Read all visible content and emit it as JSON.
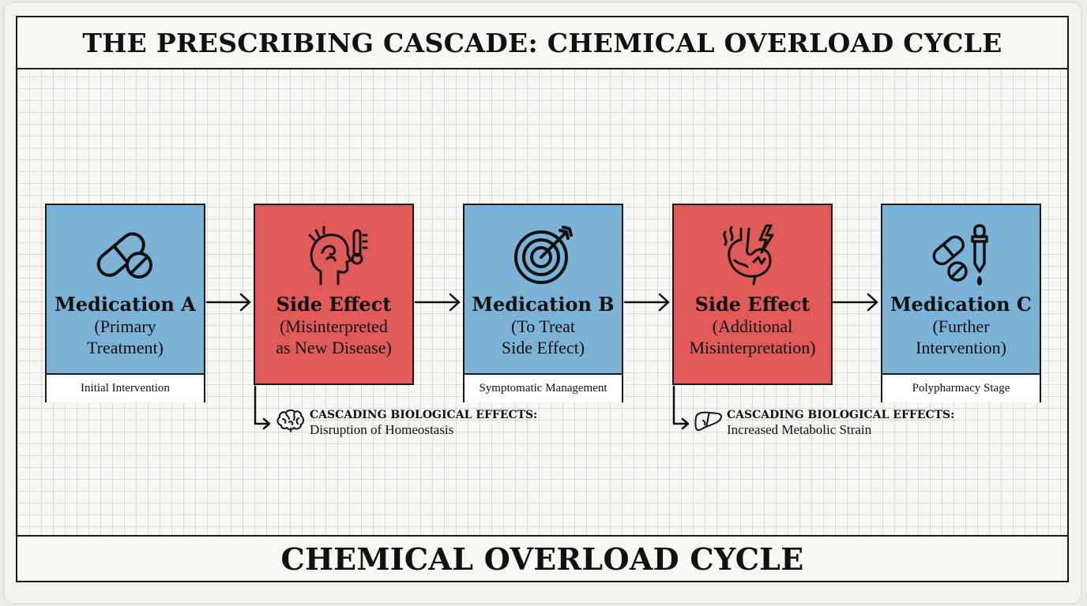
{
  "title": "THE PRESCRIBING CASCADE: CHEMICAL OVERLOAD CYCLE",
  "footer": "CHEMICAL OVERLOAD CYCLE",
  "colors": {
    "medication": "#7cb2d6",
    "side_effect": "#e05a5a",
    "ink": "#1a1a1a"
  },
  "steps": [
    {
      "kind": "medication",
      "icon": "capsule-pill-icon",
      "heading": "Medication A",
      "sub": "(Primary\nTreatment)",
      "caption": "Initial Intervention"
    },
    {
      "kind": "side_effect",
      "icon": "head-pain-thermometer-icon",
      "heading": "Side Effect",
      "sub": "(Misinterpreted\nas New Disease)"
    },
    {
      "kind": "medication",
      "icon": "target-arrow-icon",
      "heading": "Medication B",
      "sub": "(To Treat\nSide Effect)",
      "caption": "Symptomatic Management"
    },
    {
      "kind": "side_effect",
      "icon": "stomach-lightning-icon",
      "heading": "Side Effect",
      "sub": "(Additional\nMisinterpretation)"
    },
    {
      "kind": "medication",
      "icon": "pill-dropper-icon",
      "heading": "Medication C",
      "sub": "(Further\nIntervention)",
      "caption": "Polypharmacy Stage"
    }
  ],
  "effects": [
    {
      "icon": "brain-icon",
      "title": "CASCADING BIOLOGICAL EFFECTS:",
      "desc": "Disruption of Homeostasis"
    },
    {
      "icon": "liver-icon",
      "title": "CASCADING BIOLOGICAL EFFECTS:",
      "desc": "Increased Metabolic Strain"
    }
  ]
}
